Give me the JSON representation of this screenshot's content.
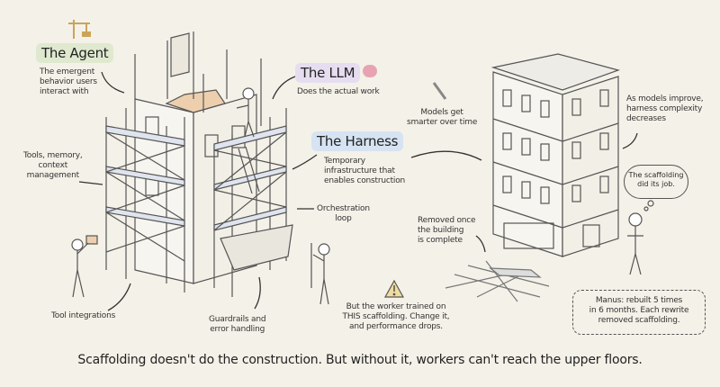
{
  "labels": {
    "agent": {
      "title": "The Agent",
      "description": "The emergent behavior users interact with",
      "lines": [
        "The emergent",
        "behavior users",
        "interact with"
      ],
      "icon": "crane-icon",
      "color": "#dfe9cf"
    },
    "llm": {
      "title": "The LLM",
      "description": "Does the actual work",
      "icon": "brain-icon",
      "color": "#e6def0"
    },
    "harness": {
      "title": "The Harness",
      "lines": [
        "Temporary",
        "infrastructure that",
        "enables construction"
      ],
      "color": "#d6e3f2"
    },
    "tools_memory": {
      "lines": [
        "Tools, memory,",
        "context",
        "management"
      ]
    },
    "orchestration": {
      "lines": [
        "Orchestration",
        "loop"
      ]
    },
    "tool_integrations": {
      "text": "Tool integrations"
    },
    "guardrails": {
      "lines": [
        "Guardrails and",
        "error handling"
      ]
    },
    "models_smarter": {
      "lines": [
        "Models get",
        "smarter over time"
      ],
      "icon": "wrench-icon"
    },
    "complexity": {
      "lines": [
        "As models improve,",
        "harness complexity",
        "decreases"
      ]
    },
    "removed": {
      "lines": [
        "Removed once",
        "the building",
        "is complete"
      ]
    },
    "thought": {
      "lines": [
        "The scaffolding",
        "did its job."
      ]
    },
    "warning": {
      "lines": [
        "But the worker trained on",
        "THIS scaffolding. Change it,",
        "and performance drops."
      ],
      "icon": "warning-icon"
    },
    "manus": {
      "lines": [
        "Manus: rebuilt 5 times",
        "in 6 months. Each rewrite",
        "removed scaffolding."
      ]
    }
  },
  "caption": "Scaffolding doesn't do the construction. But without it, workers can't reach the upper floors."
}
